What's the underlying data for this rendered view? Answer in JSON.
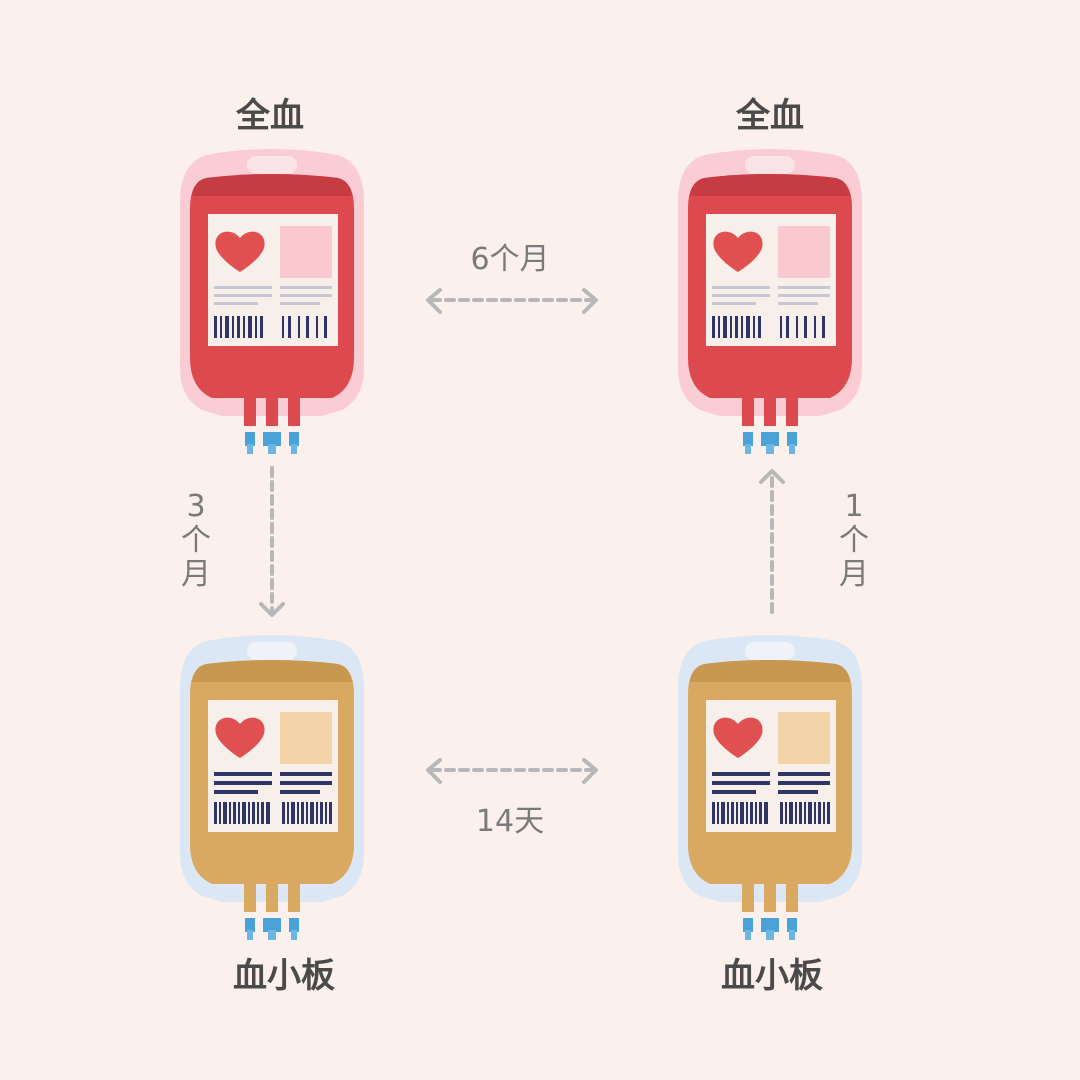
{
  "nodes": {
    "top_left": {
      "label": "全血",
      "kind": "whole-blood"
    },
    "top_right": {
      "label": "全血",
      "kind": "whole-blood"
    },
    "bottom_left": {
      "label": "血小板",
      "kind": "platelet"
    },
    "bottom_right": {
      "label": "血小板",
      "kind": "platelet"
    }
  },
  "intervals": {
    "top": "6个月",
    "left": "3个月",
    "right": "1个月",
    "bottom": "14天"
  },
  "colors": {
    "background": "#fbf0eb",
    "whole_blood": "#dc4a4f",
    "platelet": "#d9a961",
    "arrow": "#b8b8b8",
    "heart": "#e05050"
  }
}
